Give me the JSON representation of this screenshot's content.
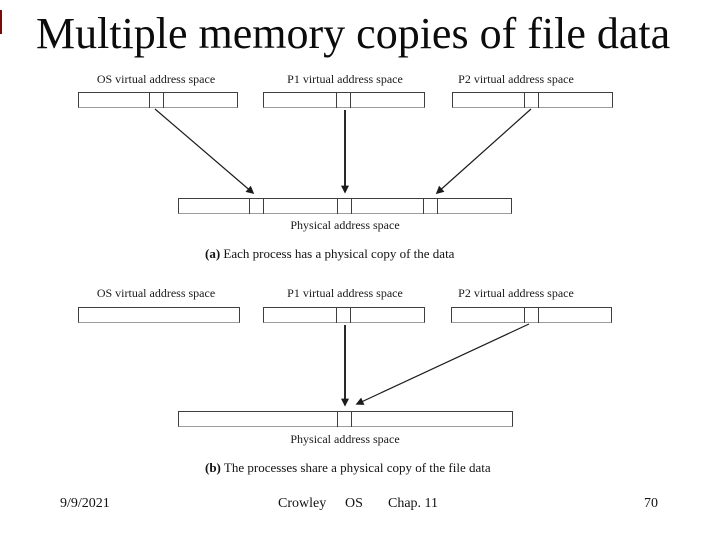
{
  "title": "Multiple memory copies of file data",
  "diagram_a": {
    "spaces": [
      {
        "label": "OS virtual address space"
      },
      {
        "label": "P1 virtual address space"
      },
      {
        "label": "P2 virtual address space"
      }
    ],
    "physical_label": "Physical address space",
    "caption_prefix": "(a)",
    "caption_text": " Each process has a physical copy of the data"
  },
  "diagram_b": {
    "spaces": [
      {
        "label": "OS virtual address space"
      },
      {
        "label": "P1 virtual address space"
      },
      {
        "label": "P2 virtual address space"
      }
    ],
    "physical_label": "Physical address space",
    "caption_prefix": "(b)",
    "caption_text": " The processes share a physical copy of the file data"
  },
  "footer": {
    "date": "9/9/2021",
    "author": "Crowley",
    "course": "OS",
    "chapter": "Chap. 11",
    "page_number": "70"
  }
}
